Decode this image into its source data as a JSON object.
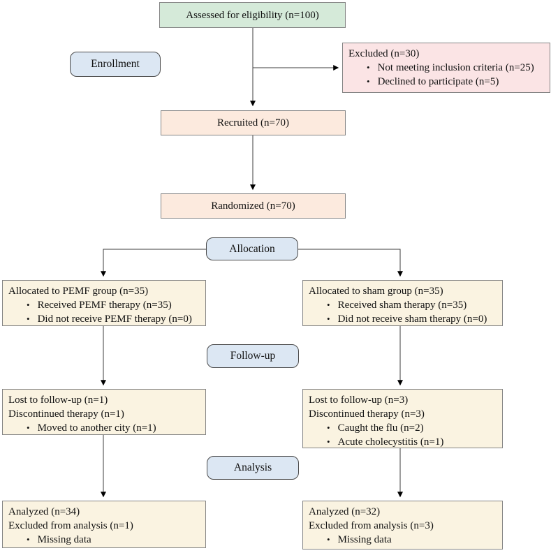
{
  "colors": {
    "green": "#d5ead9",
    "pink": "#fbe4e5",
    "peach": "#fceade",
    "cream": "#faf3e1",
    "blue": "#dce7f3",
    "box_border": "#848484",
    "label_border": "#4a4a4a",
    "line": "#3c3c3c",
    "arrowhead": "#000000"
  },
  "stage_labels": {
    "enrollment": "Enrollment",
    "allocation": "Allocation",
    "followup": "Follow-up",
    "analysis": "Analysis"
  },
  "boxes": {
    "assessed": {
      "text": "Assessed for eligibility (n=100)"
    },
    "excluded": {
      "title": "Excluded (n=30)",
      "bullets": [
        "Not meeting inclusion criteria (n=25)",
        "Declined to participate (n=5)"
      ]
    },
    "recruited": {
      "text": "Recruited (n=70)"
    },
    "randomized": {
      "text": "Randomized (n=70)"
    },
    "alloc_left": {
      "title": "Allocated to PEMF group (n=35)",
      "bullets": [
        "Received PEMF therapy (n=35)",
        "Did not receive PEMF therapy (n=0)"
      ]
    },
    "alloc_right": {
      "title": "Allocated to sham group (n=35)",
      "bullets": [
        "Received sham therapy (n=35)",
        "Did not receive sham therapy (n=0)"
      ]
    },
    "followup_left": {
      "lines": [
        "Lost to follow-up (n=1)",
        "Discontinued therapy (n=1)"
      ],
      "bullets": [
        "Moved to another city (n=1)"
      ]
    },
    "followup_right": {
      "lines": [
        "Lost to follow-up (n=3)",
        "Discontinued therapy (n=3)"
      ],
      "bullets": [
        "Caught the flu (n=2)",
        "Acute cholecystitis (n=1)"
      ]
    },
    "analysis_left": {
      "lines": [
        "Analyzed (n=34)",
        "Excluded from analysis (n=1)"
      ],
      "bullets": [
        "Missing data"
      ]
    },
    "analysis_right": {
      "lines": [
        "Analyzed (n=32)",
        "Excluded from analysis (n=3)"
      ],
      "bullets": [
        "Missing data"
      ]
    }
  },
  "bullet_glyph": "•"
}
